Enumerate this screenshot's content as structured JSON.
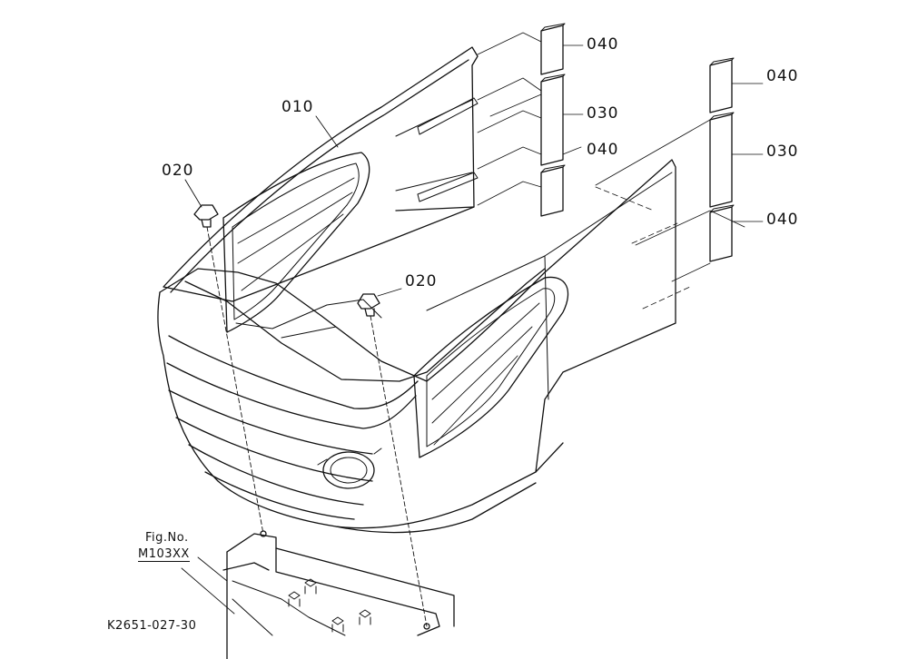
{
  "labels": {
    "part_010": "010",
    "part_020_left": "020",
    "part_020_center": "020",
    "part_040_top_left": "040",
    "part_030_left": "030",
    "part_040_mid_left": "040",
    "part_040_top_right": "040",
    "part_030_right": "030",
    "part_040_bottom_right": "040"
  },
  "figure_ref": {
    "title": "Fig.No.",
    "number": "M103XX"
  },
  "drawing_code": "K2651-027-30",
  "colors": {
    "line": "#111111",
    "background": "#ffffff"
  }
}
